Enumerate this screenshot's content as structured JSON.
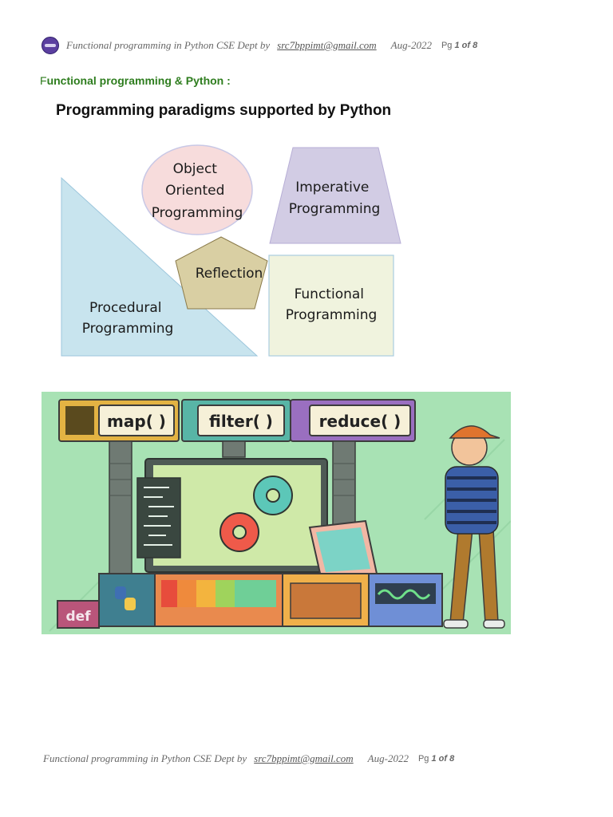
{
  "header": {
    "title": "Functional programming  in Python  CSE Dept by",
    "email": "src7bppimt@gmail.com",
    "date": "Aug-2022",
    "pg_label": "Pg",
    "page": "1",
    "of_label": "of",
    "total": "8"
  },
  "footer": {
    "title": "Functional programming  in Python  CSE Dept by",
    "email": "src7bppimt@gmail.com",
    "date": "Aug-2022",
    "pg_label": "Pg",
    "page": "1",
    "of_label": "of",
    "total": "8"
  },
  "section_heading": {
    "first_letter": "F",
    "rest": "unctional programming & Python :"
  },
  "diagram": {
    "title": "Programming paradigms supported by Python",
    "oop": [
      "Object",
      "Oriented",
      "Programming"
    ],
    "imperative": [
      "Imperative",
      "Programming"
    ],
    "reflection": "Reflection",
    "procedural": [
      "Procedural",
      "Programming"
    ],
    "functional": [
      "Functional",
      "Programming"
    ]
  },
  "illustration": {
    "map": "map( )",
    "filter": "filter( )",
    "reduce": "reduce( )",
    "def": "def"
  }
}
